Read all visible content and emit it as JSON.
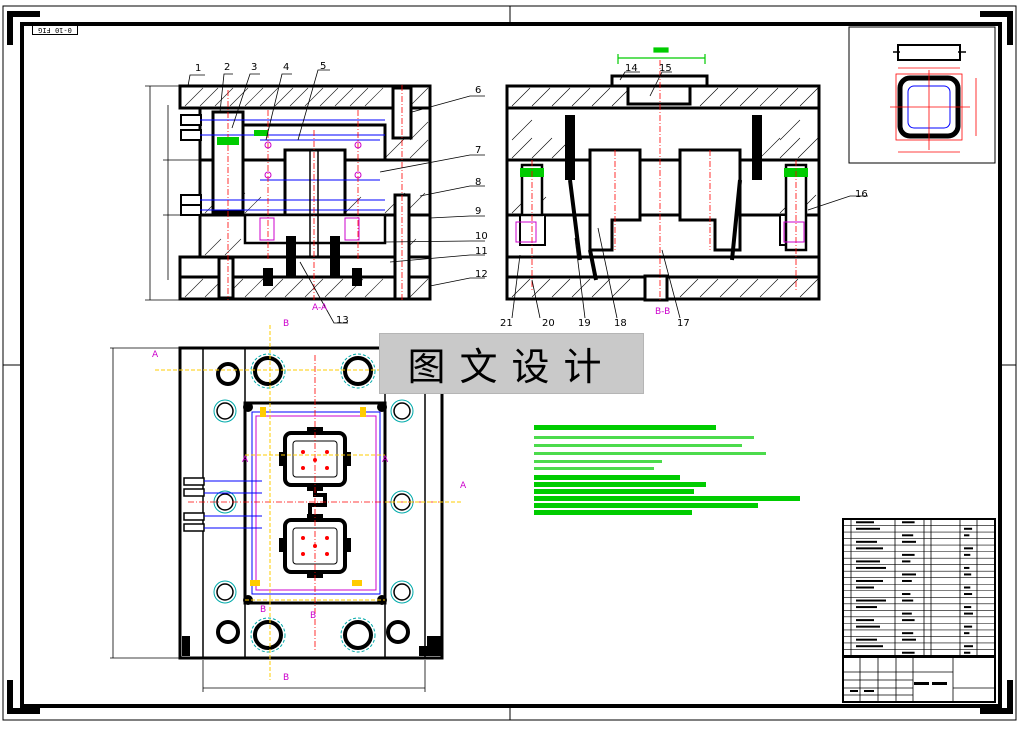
{
  "title_block": {
    "label": "图文设计"
  },
  "drawing_number": "0-10 FIG",
  "part_balloons": [
    "1",
    "2",
    "3",
    "4",
    "5",
    "6",
    "7",
    "8",
    "9",
    "10",
    "11",
    "12",
    "13",
    "14",
    "15",
    "16",
    "17",
    "18",
    "19",
    "20",
    "21"
  ],
  "section_labels": {
    "aa": "A-A",
    "bb": "B-B",
    "a": "A",
    "b": "B"
  },
  "colors": {
    "line": "#000000",
    "center": "#ff0000",
    "dim": "#00cc00",
    "hidden": "#0000ff",
    "cyan": "#00aaaa",
    "yellow": "#ffcc00",
    "banner_bg": "#c9c9c9"
  }
}
